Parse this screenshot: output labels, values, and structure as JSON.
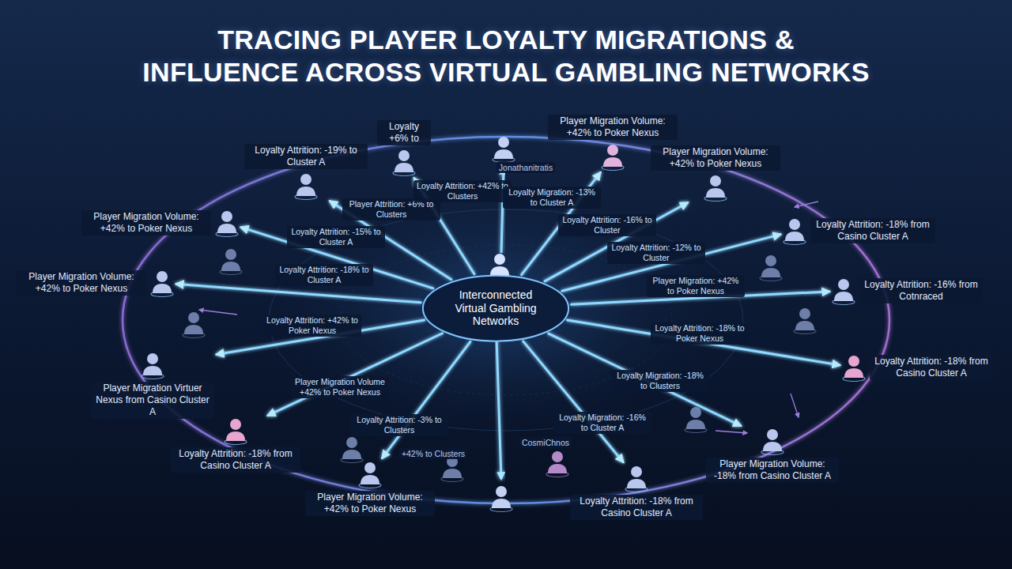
{
  "diagram": {
    "title": "TRACING PLAYER LOYALTY MIGRATIONS & INFLUENCE ACROSS VIRTUAL GAMBLING NETWORKS",
    "nodes": [
      {
        "text": [
          "Loyalty +6% to"
        ]
      },
      {
        "text": [
          "Player Migration Volume: +42% to Poker Nexus"
        ]
      },
      {
        "text": [
          "Loyalty Attrition: -19% to Cluster A"
        ]
      },
      {
        "text": [
          "Player Migration Volume: +42% to Poker Nexus"
        ]
      },
      {
        "text": [
          "Player Migration Volume: +42% to Poker Nexus"
        ]
      },
      {
        "text": [
          "Loyalty Attrition: -18% from Casino Cluster A"
        ]
      },
      {
        "text": [
          "Player Migration Volume: +42% to Poker Nexus"
        ]
      },
      {
        "text": [
          "Interconnected Virtual Gambling Networks"
        ]
      },
      {
        "text": [
          "Loyalty Attrition: -16% from Cotnraced"
        ]
      },
      {
        "text": [
          "Player Migration Virtuer Nexus from Casino Cluster A"
        ]
      },
      {
        "text": [
          "Loyalty Attrition: -18% from Casino Cluster A"
        ]
      },
      {
        "text": [
          "Loyalty Attrition: -18% from Casino Cluster A"
        ]
      },
      {
        "text": [
          "Player Migration Volume: -18% from Casino Cluster A"
        ]
      },
      {
        "text": [
          "Player Migration Volume: +42% to Poker Nexus"
        ]
      },
      {
        "text": [
          "Loyalty Attrition: -18% from Casino Cluster A"
        ]
      }
    ],
    "edges": [
      {
        "from": 7,
        "to": 2,
        "arrow": "to",
        "label": "Player Attrition: +6% to Clusters"
      },
      {
        "from": 7,
        "to": 0,
        "arrow": "to",
        "label": "Loyalty Attrition: +42% to Clusters"
      },
      {
        "from": 7,
        "to": 4,
        "arrow": "to",
        "label": "Loyalty Attrition: -15% to Cluster A"
      },
      {
        "from": 7,
        "to": 6,
        "arrow": "to",
        "label": "Loyalty Attrition: -18% to Cluster A"
      },
      {
        "from": 7,
        "to": 9,
        "arrow": "to",
        "label": "Loyalty Attrition: +42% to Poker Nexus"
      },
      {
        "from": 7,
        "to": 11,
        "arrow": "to",
        "label": "Player Migration Volume +42% to Poker Nexus"
      },
      {
        "from": 7,
        "to": 13,
        "arrow": "to",
        "label": "Loyalty Attrition: -3% to Clusters"
      },
      {
        "from": 7,
        "to": 1,
        "arrow": "to",
        "label": "Loyalty Migration: -13% to Cluster A"
      },
      {
        "from": 7,
        "to": 3,
        "arrow": "to",
        "label": "Loyalty Attrition: -16% to Cluster"
      },
      {
        "from": 7,
        "to": 5,
        "arrow": "to",
        "label": "Loyalty Attrition: -12% to Cluster"
      },
      {
        "from": 7,
        "to": 8,
        "arrow": "to",
        "label": "Player Migration: +42% to Poker Nexus"
      },
      {
        "from": 7,
        "to": 10,
        "arrow": "to",
        "label": "Loyalty Attrition: -18% to Poker Nexus"
      },
      {
        "from": 7,
        "to": 12,
        "arrow": "to",
        "label": "Loyalty Migration: -18% to Clusters"
      },
      {
        "from": 7,
        "to": 14,
        "arrow": "to",
        "label": "Loyalty Migration: -16% to Cluster A"
      }
    ],
    "labels": [
      "Jonathanitratis",
      "+42% to Clusters",
      "CosmiChnos"
    ]
  }
}
